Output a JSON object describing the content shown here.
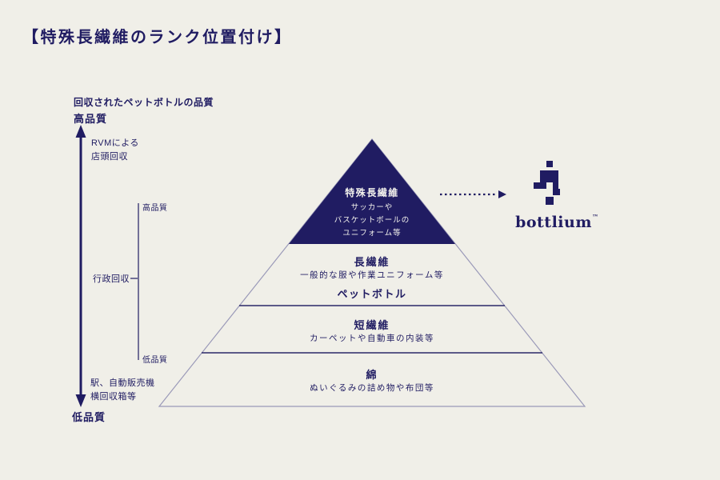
{
  "header": {
    "title": "【特殊長繊維のランク位置付け】"
  },
  "axis": {
    "caption": "回収されたペットボトルの品質",
    "high_label": "高品質",
    "low_label": "低品質"
  },
  "collection": {
    "rvm_line1": "RVMによる",
    "rvm_line2": "店頭回収",
    "municipal": "行政回収",
    "station_line1": "駅、自動販売機",
    "station_line2": "横回収箱等"
  },
  "bracket": {
    "high_label": "高品質",
    "low_label": "低品質"
  },
  "pyramid": {
    "tiers": [
      {
        "name": "特殊長繊維",
        "desc": [
          "サッカーや",
          "バスケットボールの",
          "ユニフォーム等"
        ],
        "highlighted": true
      },
      {
        "name": "長繊維",
        "desc": [
          "一般的な服や作業ユニフォーム等"
        ],
        "material_label": "ペットボトル",
        "highlighted": false
      },
      {
        "name": "短繊維",
        "desc": [
          "カーペットや自動車の内装等"
        ],
        "highlighted": false
      },
      {
        "name": "綿",
        "desc": [
          "ぬいぐるみの詰め物や布団等"
        ],
        "highlighted": false
      }
    ]
  },
  "brand": {
    "wordmark": "bottlium",
    "trademark": "™",
    "logo_icon": "pixel-bottle-icon"
  },
  "colors": {
    "background": "#f0efe8",
    "navy": "#201c62",
    "outline": "#9a99b8",
    "divider": "#2b2868"
  }
}
